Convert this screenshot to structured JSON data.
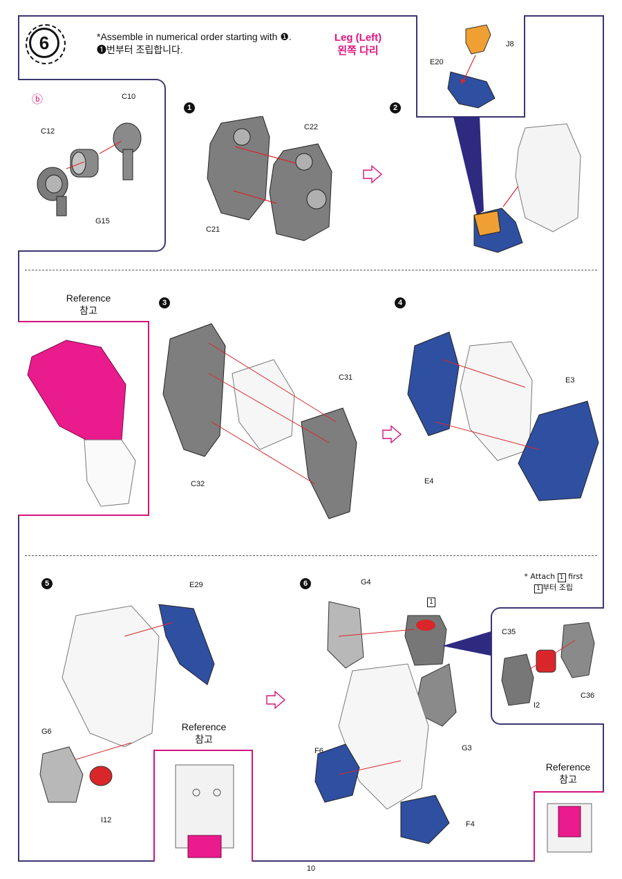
{
  "header": {
    "step_number": "6",
    "instruction_en": "*Assemble in numerical order starting with ❶.",
    "instruction_ko": "❶번부터 조립합니다.",
    "part_en": "Leg (Left)",
    "part_ko": "왼쪽 다리"
  },
  "sub_b": {
    "marker": "ⓑ",
    "labels": {
      "c10": "C10",
      "c12": "C12",
      "g15": "G15"
    }
  },
  "step1": {
    "num": "1",
    "labels": {
      "c22": "C22",
      "c21": "C21"
    }
  },
  "step2": {
    "num": "2",
    "labels": {
      "j8": "J8",
      "e20": "E20"
    }
  },
  "step3": {
    "num": "3",
    "labels": {
      "c31": "C31",
      "c32": "C32"
    }
  },
  "step4": {
    "num": "4",
    "labels": {
      "e3": "E3",
      "e4": "E4"
    }
  },
  "step5": {
    "num": "5",
    "labels": {
      "e29": "E29",
      "g6": "G6",
      "i12": "I12"
    }
  },
  "step6": {
    "num": "6",
    "labels": {
      "g4": "G4",
      "g3": "G3",
      "f6": "F6",
      "f4": "F4",
      "c35": "C35",
      "c36": "C36",
      "i2": "I2",
      "box1": "1"
    },
    "note_en_pre": "* Attach",
    "note_en_post": "first",
    "note_ko": "부터 조립",
    "note_badge": "1"
  },
  "reference": {
    "en": "Reference",
    "ko": "참고"
  },
  "page_number": "10",
  "colors": {
    "frame": "#3a3570",
    "accent": "#e0147e",
    "blue": "#2f4fa0",
    "orange": "#f0a032",
    "red": "#d9262b",
    "gray": "#8a8a8a"
  }
}
